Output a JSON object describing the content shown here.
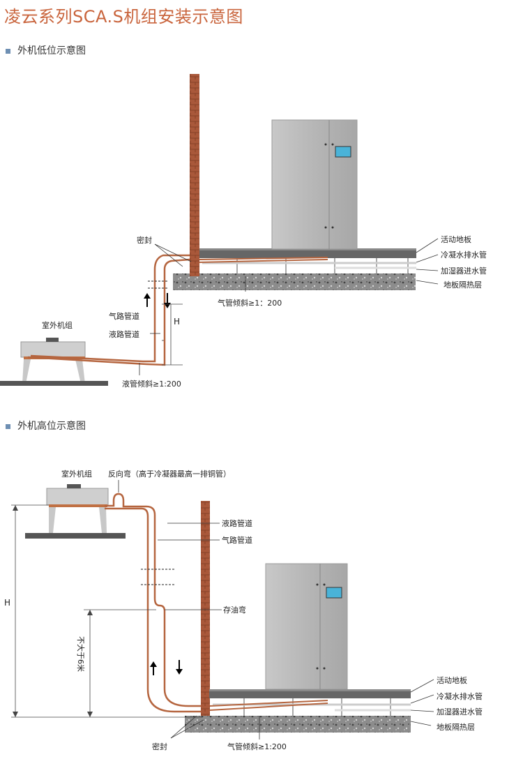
{
  "title": "凌云系列SCA.S机组安装示意图",
  "diagram_low": {
    "section_title": "外机低位示意图",
    "labels": {
      "seal": "密封",
      "raised_floor": "活动地板",
      "condensate_drain": "冷凝水排水管",
      "humidifier_inlet": "加湿器进水管",
      "floor_insulation": "地板隔热层",
      "gas_slope": "气管倾斜≥1：200",
      "height": "H",
      "gas_pipe": "气路管道",
      "liquid_pipe": "液路管道",
      "outdoor_unit": "室外机组",
      "liquid_slope": "液管倾斜≥1:200"
    }
  },
  "diagram_high": {
    "section_title": "外机高位示意图",
    "labels": {
      "outdoor_unit": "室外机组",
      "reverse_bend": "反向弯（高于冷凝器最高一排铜管）",
      "liquid_pipe": "液路管道",
      "gas_pipe": "气路管道",
      "oil_trap": "存油弯",
      "height": "H",
      "max_height": "不大于6米",
      "raised_floor": "活动地板",
      "condensate_drain": "冷凝水排水管",
      "humidifier_inlet": "加湿器进水管",
      "floor_insulation": "地板隔热层",
      "seal": "密封",
      "gas_slope": "气管倾斜≥1:200"
    }
  },
  "colors": {
    "title": "#c9643c",
    "bullet": "#6e8fb3",
    "pipe": "#b5653f",
    "wall": "#9a4a2c",
    "cabinet": "#bdbdbd"
  }
}
